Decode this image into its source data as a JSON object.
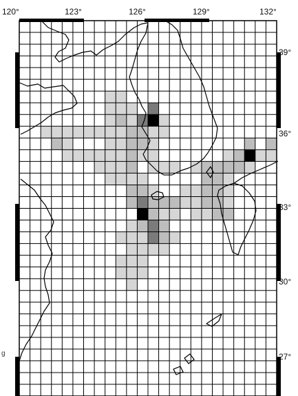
{
  "map": {
    "lon_labels": [
      "120°",
      "123°",
      "126°",
      "129°",
      "132°"
    ],
    "lat_labels": [
      "39°",
      "36°",
      "33°",
      "30°",
      "27°"
    ],
    "lon_range": [
      120,
      132
    ],
    "lat_range": [
      25.0,
      41.0
    ],
    "grid_step_deg": 0.5,
    "colors": {
      "land_line": "#000000",
      "grid_line": "#000000",
      "light": "#d6d6d6",
      "medium": "#bdbdbd",
      "dark": "#7b7b7b",
      "black": "#000000"
    },
    "stray_char": "g"
  },
  "cells": [
    {
      "lon": 124.0,
      "lat": 37.5,
      "v": 1
    },
    {
      "lon": 124.5,
      "lat": 37.5,
      "v": 1
    },
    {
      "lon": 124.0,
      "lat": 37.0,
      "v": 1
    },
    {
      "lon": 124.5,
      "lat": 37.0,
      "v": 1
    },
    {
      "lon": 125.0,
      "lat": 37.0,
      "v": 1
    },
    {
      "lon": 124.0,
      "lat": 36.5,
      "v": 1
    },
    {
      "lon": 124.5,
      "lat": 36.5,
      "v": 2
    },
    {
      "lon": 125.0,
      "lat": 36.5,
      "v": 1
    },
    {
      "lon": 125.5,
      "lat": 36.5,
      "v": 3
    },
    {
      "lon": 126.0,
      "lat": 36.5,
      "v": 2
    },
    {
      "lon": 124.0,
      "lat": 36.0,
      "v": 1
    },
    {
      "lon": 124.5,
      "lat": 36.0,
      "v": 1
    },
    {
      "lon": 125.0,
      "lat": 36.0,
      "v": 2
    },
    {
      "lon": 125.5,
      "lat": 36.0,
      "v": 2
    },
    {
      "lon": 126.0,
      "lat": 36.0,
      "v": 1
    },
    {
      "lon": 121.5,
      "lat": 35.5,
      "v": 2
    },
    {
      "lon": 122.0,
      "lat": 35.5,
      "v": 1
    },
    {
      "lon": 124.0,
      "lat": 35.5,
      "v": 1
    },
    {
      "lon": 124.5,
      "lat": 35.5,
      "v": 1
    },
    {
      "lon": 125.0,
      "lat": 35.5,
      "v": 2
    },
    {
      "lon": 125.5,
      "lat": 35.5,
      "v": 2
    },
    {
      "lon": 126.0,
      "lat": 35.5,
      "v": 1
    },
    {
      "lon": 121.0,
      "lat": 36.0,
      "v": 1
    },
    {
      "lon": 121.5,
      "lat": 36.0,
      "v": 1
    },
    {
      "lon": 122.0,
      "lat": 36.0,
      "v": 1
    },
    {
      "lon": 122.5,
      "lat": 36.0,
      "v": 1
    },
    {
      "lon": 123.0,
      "lat": 36.0,
      "v": 1
    },
    {
      "lon": 123.5,
      "lat": 36.0,
      "v": 1
    },
    {
      "lon": 122.0,
      "lat": 35.0,
      "v": 1
    },
    {
      "lon": 122.5,
      "lat": 35.0,
      "v": 1
    },
    {
      "lon": 123.0,
      "lat": 35.0,
      "v": 1
    },
    {
      "lon": 123.5,
      "lat": 35.0,
      "v": 1
    },
    {
      "lon": 124.0,
      "lat": 35.0,
      "v": 1
    },
    {
      "lon": 124.5,
      "lat": 35.0,
      "v": 1
    },
    {
      "lon": 125.0,
      "lat": 35.0,
      "v": 2
    },
    {
      "lon": 125.5,
      "lat": 35.0,
      "v": 1
    },
    {
      "lon": 123.5,
      "lat": 34.5,
      "v": 1
    },
    {
      "lon": 124.0,
      "lat": 34.5,
      "v": 1
    },
    {
      "lon": 124.5,
      "lat": 34.5,
      "v": 1
    },
    {
      "lon": 125.0,
      "lat": 34.5,
      "v": 2
    },
    {
      "lon": 124.0,
      "lat": 34.0,
      "v": 1
    },
    {
      "lon": 124.5,
      "lat": 34.0,
      "v": 1
    },
    {
      "lon": 125.0,
      "lat": 34.0,
      "v": 1
    },
    {
      "lon": 125.5,
      "lat": 34.0,
      "v": 1
    },
    {
      "lon": 125.0,
      "lat": 33.5,
      "v": 2
    },
    {
      "lon": 125.5,
      "lat": 33.5,
      "v": 2
    },
    {
      "lon": 126.0,
      "lat": 33.5,
      "v": 1
    },
    {
      "lon": 127.5,
      "lat": 33.5,
      "v": 1
    },
    {
      "lon": 128.0,
      "lat": 33.5,
      "v": 1
    },
    {
      "lon": 128.5,
      "lat": 33.5,
      "v": 2
    },
    {
      "lon": 129.0,
      "lat": 33.5,
      "v": 2
    },
    {
      "lon": 129.5,
      "lat": 33.5,
      "v": 1
    },
    {
      "lon": 125.0,
      "lat": 33.0,
      "v": 2
    },
    {
      "lon": 125.5,
      "lat": 33.0,
      "v": 3
    },
    {
      "lon": 126.0,
      "lat": 33.0,
      "v": 2
    },
    {
      "lon": 126.5,
      "lat": 33.0,
      "v": 2
    },
    {
      "lon": 127.0,
      "lat": 33.0,
      "v": 2
    },
    {
      "lon": 127.5,
      "lat": 33.0,
      "v": 1
    },
    {
      "lon": 128.0,
      "lat": 33.0,
      "v": 1
    },
    {
      "lon": 128.5,
      "lat": 33.0,
      "v": 2
    },
    {
      "lon": 129.0,
      "lat": 33.0,
      "v": 2
    },
    {
      "lon": 129.5,
      "lat": 33.0,
      "v": 1
    },
    {
      "lon": 125.5,
      "lat": 32.5,
      "v": 4
    },
    {
      "lon": 126.0,
      "lat": 32.5,
      "v": 2
    },
    {
      "lon": 126.5,
      "lat": 32.5,
      "v": 1
    },
    {
      "lon": 127.0,
      "lat": 32.5,
      "v": 1
    },
    {
      "lon": 128.0,
      "lat": 32.5,
      "v": 1
    },
    {
      "lon": 128.5,
      "lat": 32.5,
      "v": 1
    },
    {
      "lon": 129.0,
      "lat": 32.5,
      "v": 2
    },
    {
      "lon": 129.5,
      "lat": 32.5,
      "v": 2
    },
    {
      "lon": 125.0,
      "lat": 32.0,
      "v": 1
    },
    {
      "lon": 125.5,
      "lat": 32.0,
      "v": 2
    },
    {
      "lon": 126.0,
      "lat": 32.0,
      "v": 3
    },
    {
      "lon": 126.5,
      "lat": 32.0,
      "v": 2
    },
    {
      "lon": 124.5,
      "lat": 31.5,
      "v": 1
    },
    {
      "lon": 125.0,
      "lat": 31.5,
      "v": 1
    },
    {
      "lon": 125.5,
      "lat": 31.5,
      "v": 1
    },
    {
      "lon": 126.0,
      "lat": 31.5,
      "v": 3
    },
    {
      "lon": 126.5,
      "lat": 31.5,
      "v": 2
    },
    {
      "lon": 127.0,
      "lat": 31.5,
      "v": 1
    },
    {
      "lon": 125.0,
      "lat": 31.0,
      "v": 1
    },
    {
      "lon": 125.5,
      "lat": 31.0,
      "v": 1
    },
    {
      "lon": 126.0,
      "lat": 31.0,
      "v": 1
    },
    {
      "lon": 126.5,
      "lat": 31.0,
      "v": 1
    },
    {
      "lon": 124.5,
      "lat": 30.5,
      "v": 1
    },
    {
      "lon": 125.0,
      "lat": 30.5,
      "v": 1
    },
    {
      "lon": 125.5,
      "lat": 30.5,
      "v": 1
    },
    {
      "lon": 124.5,
      "lat": 30.0,
      "v": 1
    },
    {
      "lon": 125.0,
      "lat": 30.0,
      "v": 1
    },
    {
      "lon": 125.5,
      "lat": 30.0,
      "v": 1
    },
    {
      "lon": 125.0,
      "lat": 29.5,
      "v": 1
    },
    {
      "lon": 126.0,
      "lat": 37.0,
      "v": 3
    },
    {
      "lon": 126.0,
      "lat": 36.5,
      "v": 4
    },
    {
      "lon": 126.5,
      "lat": 36.5,
      "v": 1
    },
    {
      "lon": 126.5,
      "lat": 36.0,
      "v": 1
    },
    {
      "lon": 126.0,
      "lat": 35.0,
      "v": 1
    },
    {
      "lon": 126.0,
      "lat": 34.5,
      "v": 1
    },
    {
      "lon": 126.5,
      "lat": 34.5,
      "v": 1
    },
    {
      "lon": 127.0,
      "lat": 34.5,
      "v": 1
    },
    {
      "lon": 128.0,
      "lat": 34.5,
      "v": 1
    },
    {
      "lon": 128.5,
      "lat": 34.5,
      "v": 2
    },
    {
      "lon": 129.0,
      "lat": 34.5,
      "v": 2
    },
    {
      "lon": 129.5,
      "lat": 34.5,
      "v": 2
    },
    {
      "lon": 128.5,
      "lat": 34.0,
      "v": 2
    },
    {
      "lon": 129.0,
      "lat": 34.0,
      "v": 2
    },
    {
      "lon": 129.5,
      "lat": 34.0,
      "v": 1
    },
    {
      "lon": 130.5,
      "lat": 35.5,
      "v": 2
    },
    {
      "lon": 131.5,
      "lat": 35.5,
      "v": 2
    },
    {
      "lon": 130.0,
      "lat": 35.0,
      "v": 2
    },
    {
      "lon": 130.5,
      "lat": 35.0,
      "v": 4
    },
    {
      "lon": 131.0,
      "lat": 35.0,
      "v": 1
    },
    {
      "lon": 129.5,
      "lat": 35.0,
      "v": 1
    },
    {
      "lon": 131.5,
      "lat": 35.0,
      "v": 1
    },
    {
      "lon": 130.0,
      "lat": 34.5,
      "v": 2
    },
    {
      "lon": 130.5,
      "lat": 34.5,
      "v": 1
    }
  ]
}
